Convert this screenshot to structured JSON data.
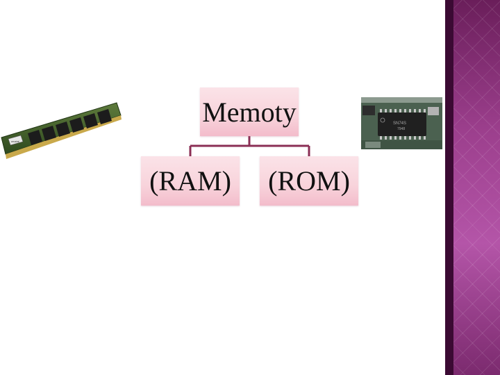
{
  "diagram": {
    "root": "Memoty",
    "children": [
      "(RAM)",
      "(ROM)"
    ]
  },
  "images": {
    "ram_brand": "crucial",
    "rom_marking_1": "SN74S",
    "rom_marking_2": "7948"
  },
  "colors": {
    "box_fill": "#f8d3db",
    "connector": "#8b2f55",
    "side_band": "#9c3f8d"
  }
}
